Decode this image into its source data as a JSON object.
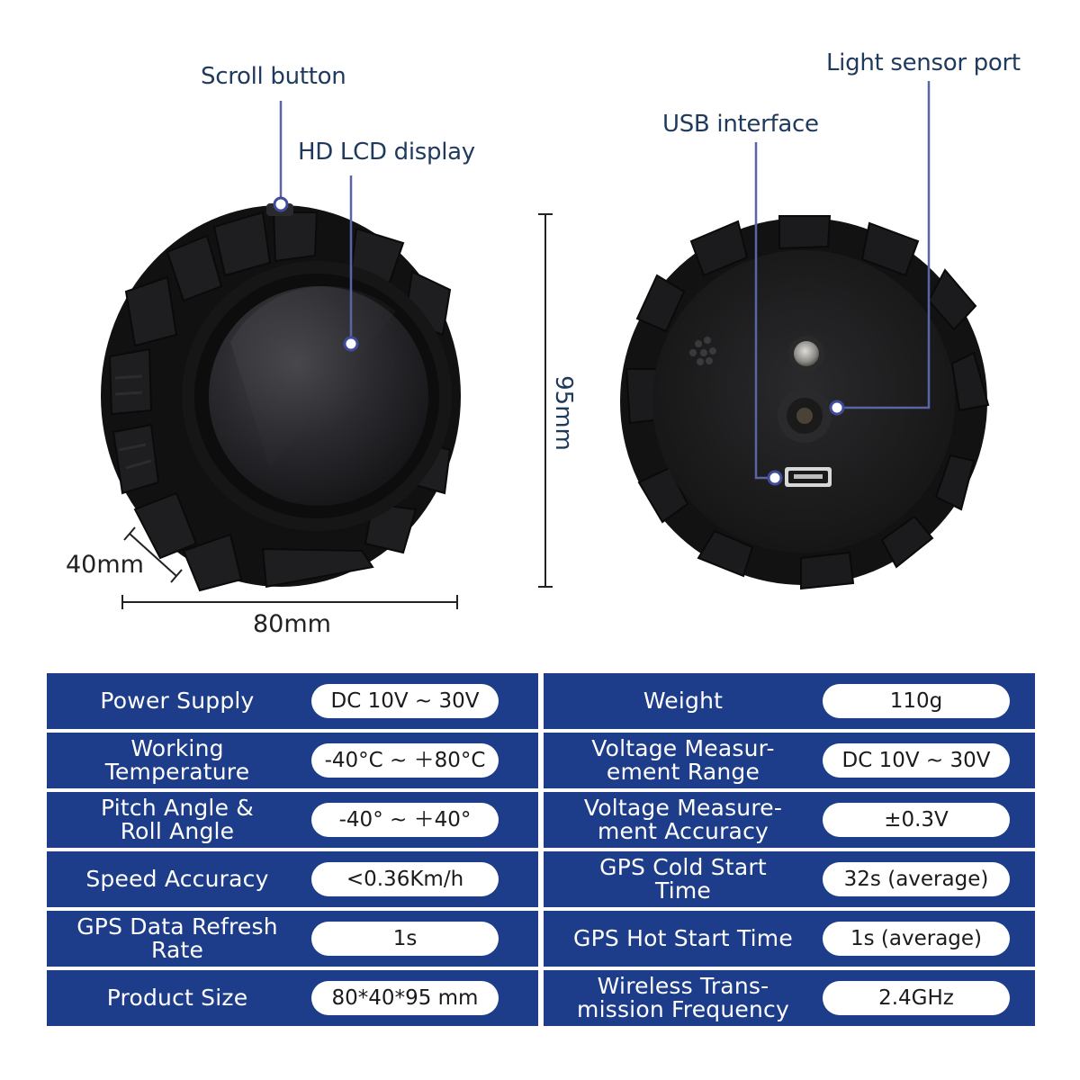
{
  "callouts": {
    "scroll_button": "Scroll button",
    "hd_lcd_display": "HD LCD display",
    "usb_interface": "USB interface",
    "light_sensor_port": "Light sensor port"
  },
  "dimensions": {
    "depth": "40mm",
    "width": "80mm",
    "height": "95mm"
  },
  "colors": {
    "table_fill": "#1d3d8a",
    "callout_line": "#5a64a6",
    "device_body": "#1a1a1a"
  },
  "specs": {
    "left": [
      {
        "label": "Power Supply",
        "value": "DC 10V ~ 30V"
      },
      {
        "label": "Working\nTemperature",
        "value": "-40°C ~ ＋80°C"
      },
      {
        "label": "Pitch Angle &\nRoll Angle",
        "value": "-40° ~ ＋40°"
      },
      {
        "label": "Speed Accuracy",
        "value": "<0.36Km/h"
      },
      {
        "label": "GPS Data Refresh\nRate",
        "value": "1s"
      },
      {
        "label": "Product Size",
        "value": "80*40*95 mm"
      }
    ],
    "right": [
      {
        "label": "Weight",
        "value": "110g"
      },
      {
        "label": "Voltage Measur-\nement Range",
        "value": "DC 10V ~ 30V"
      },
      {
        "label": "Voltage Measure-\nment Accuracy",
        "value": "±0.3V"
      },
      {
        "label": "GPS Cold Start\nTime",
        "value": "32s (average)"
      },
      {
        "label": "GPS Hot Start Time",
        "value": "1s (average)"
      },
      {
        "label": "Wireless Trans-\nmission Frequency",
        "value": "2.4GHz"
      }
    ]
  }
}
